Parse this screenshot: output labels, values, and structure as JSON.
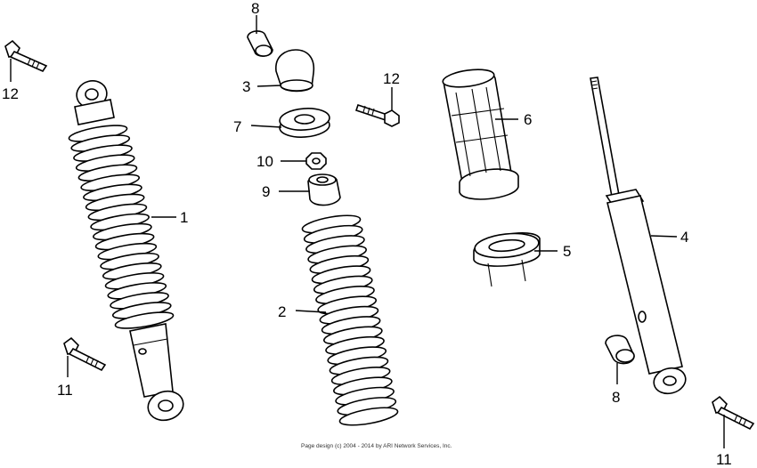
{
  "callouts": [
    {
      "id": "c1",
      "text": "1"
    },
    {
      "id": "c2",
      "text": "2"
    },
    {
      "id": "c3",
      "text": "3"
    },
    {
      "id": "c4",
      "text": "4"
    },
    {
      "id": "c5",
      "text": "5"
    },
    {
      "id": "c6",
      "text": "6"
    },
    {
      "id": "c7",
      "text": "7"
    },
    {
      "id": "c8a",
      "text": "8"
    },
    {
      "id": "c8b",
      "text": "8"
    },
    {
      "id": "c9",
      "text": "9"
    },
    {
      "id": "c10",
      "text": "10"
    },
    {
      "id": "c11a",
      "text": "11"
    },
    {
      "id": "c11b",
      "text": "11"
    },
    {
      "id": "c12a",
      "text": "12"
    },
    {
      "id": "c12b",
      "text": "12"
    }
  ],
  "copyright": "Page design (c) 2004 - 2014 by ARI Network Services, Inc."
}
